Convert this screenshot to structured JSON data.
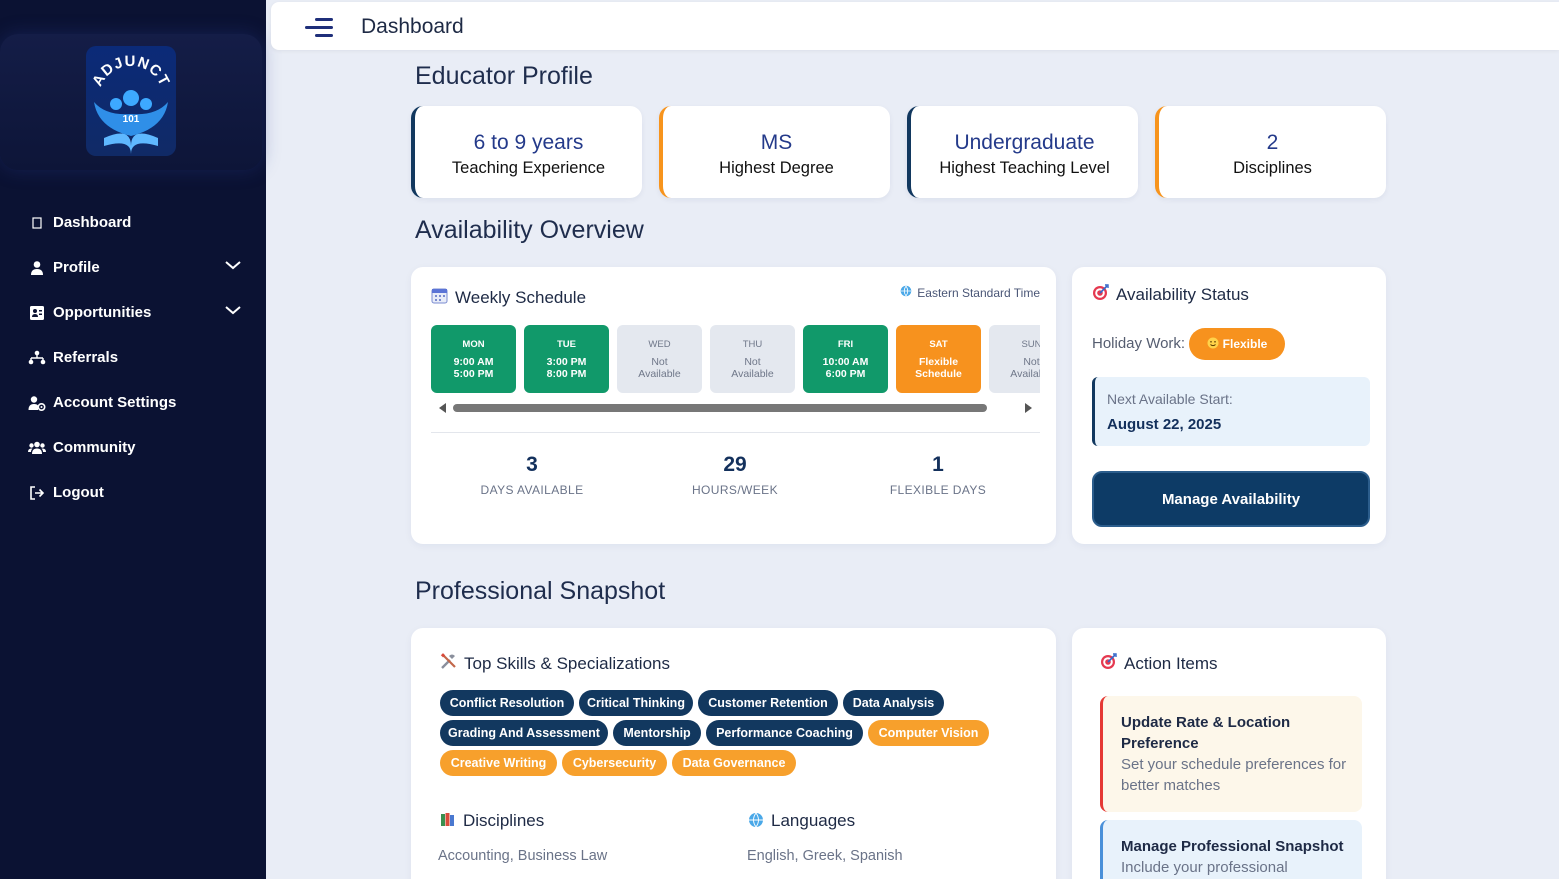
{
  "brand": {
    "logo_text": "ADJUNCT",
    "logo_num": "101"
  },
  "sidebar": {
    "items": [
      {
        "label": "Dashboard",
        "icon": "dashboard-icon"
      },
      {
        "label": "Profile",
        "icon": "user-icon",
        "expandable": true
      },
      {
        "label": "Opportunities",
        "icon": "briefcase-icon",
        "expandable": true
      },
      {
        "label": "Referrals",
        "icon": "network-icon"
      },
      {
        "label": "Account Settings",
        "icon": "user-gear-icon"
      },
      {
        "label": "Community",
        "icon": "users-icon"
      },
      {
        "label": "Logout",
        "icon": "logout-icon"
      }
    ]
  },
  "topbar": {
    "title": "Dashboard"
  },
  "educator_profile": {
    "title": "Educator Profile",
    "stats": [
      {
        "value": "6 to 9 years",
        "label": "Teaching Experience"
      },
      {
        "value": "MS",
        "label": "Highest Degree"
      },
      {
        "value": "Undergraduate",
        "label": "Highest Teaching Level"
      },
      {
        "value": "2",
        "label": "Disciplines"
      }
    ]
  },
  "availability": {
    "title": "Availability Overview",
    "weekly": {
      "title": "Weekly Schedule",
      "timezone": "Eastern Standard Time",
      "days": [
        {
          "day": "MON",
          "line1": "9:00 AM",
          "line2": "5:00 PM",
          "status": "available"
        },
        {
          "day": "TUE",
          "line1": "3:00 PM",
          "line2": "8:00 PM",
          "status": "available"
        },
        {
          "day": "WED",
          "line1": "Not",
          "line2": "Available",
          "status": "unavailable"
        },
        {
          "day": "THU",
          "line1": "Not",
          "line2": "Available",
          "status": "unavailable"
        },
        {
          "day": "FRI",
          "line1": "10:00 AM",
          "line2": "6:00 PM",
          "status": "available"
        },
        {
          "day": "SAT",
          "line1": "Flexible",
          "line2": "Schedule",
          "status": "flexible"
        },
        {
          "day": "SUN",
          "line1": "Not",
          "line2": "Available",
          "status": "unavailable"
        }
      ],
      "metrics": [
        {
          "value": "3",
          "label": "DAYS AVAILABLE"
        },
        {
          "value": "29",
          "label": "HOURS/WEEK"
        },
        {
          "value": "1",
          "label": "FLEXIBLE DAYS"
        }
      ]
    },
    "status": {
      "title": "Availability Status",
      "holiday_label": "Holiday Work:",
      "holiday_value": "Flexible",
      "next_label": "Next Available Start:",
      "next_value": "August 22, 2025",
      "manage_button": "Manage Availability"
    }
  },
  "snapshot": {
    "title": "Professional Snapshot",
    "skills_title": "Top Skills & Specializations",
    "skills": [
      {
        "label": "Conflict Resolution",
        "tone": "navy"
      },
      {
        "label": "Critical Thinking",
        "tone": "navy"
      },
      {
        "label": "Customer Retention",
        "tone": "navy"
      },
      {
        "label": "Data Analysis",
        "tone": "navy"
      },
      {
        "label": "Grading And Assessment",
        "tone": "navy"
      },
      {
        "label": "Mentorship",
        "tone": "navy"
      },
      {
        "label": "Performance Coaching",
        "tone": "navy"
      },
      {
        "label": "Computer Vision",
        "tone": "orange"
      },
      {
        "label": "Creative Writing",
        "tone": "orange"
      },
      {
        "label": "Cybersecurity",
        "tone": "orange"
      },
      {
        "label": "Data Governance",
        "tone": "orange"
      }
    ],
    "disciplines_title": "Disciplines",
    "disciplines_value": "Accounting, Business Law",
    "languages_title": "Languages",
    "languages_value": "English, Greek, Spanish"
  },
  "actions": {
    "title": "Action Items",
    "items": [
      {
        "title": "Update Rate & Location Preference",
        "desc": "Set your schedule preferences for better matches"
      },
      {
        "title": "Manage Professional Snapshot",
        "desc": "Include your professional"
      }
    ]
  },
  "colors": {
    "navy": "#12385f",
    "orange": "#f7941d",
    "green": "#11996a",
    "sidebar": "#0b1233",
    "accent_red": "#e53935"
  }
}
